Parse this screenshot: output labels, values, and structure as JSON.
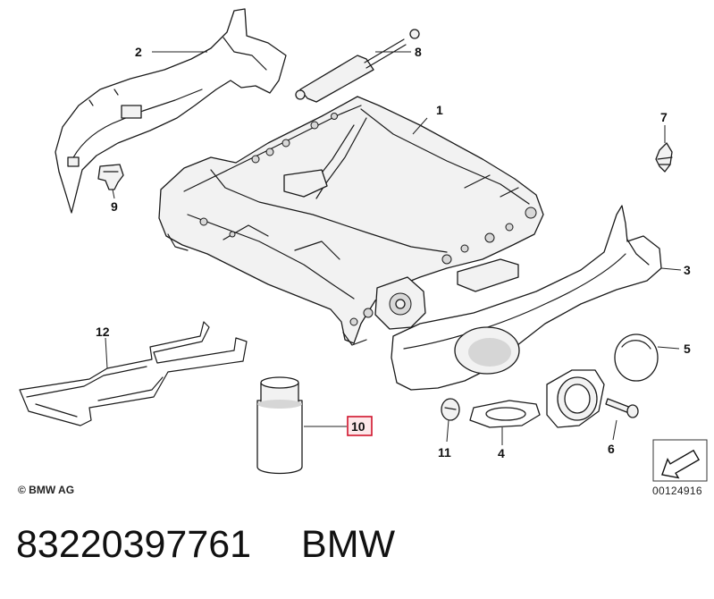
{
  "callouts": [
    {
      "id": "1",
      "label": "1"
    },
    {
      "id": "2",
      "label": "2"
    },
    {
      "id": "3",
      "label": "3"
    },
    {
      "id": "4",
      "label": "4"
    },
    {
      "id": "5",
      "label": "5"
    },
    {
      "id": "6",
      "label": "6"
    },
    {
      "id": "7",
      "label": "7"
    },
    {
      "id": "8",
      "label": "8"
    },
    {
      "id": "9",
      "label": "9"
    },
    {
      "id": "10",
      "label": "10",
      "highlighted": true
    },
    {
      "id": "11",
      "label": "11"
    },
    {
      "id": "12",
      "label": "12"
    }
  ],
  "highlight_color": "#d0142c",
  "copyright": "© BMW AG",
  "diagram_id": "00124916",
  "part_number": "83220397761",
  "brand": "BMW"
}
